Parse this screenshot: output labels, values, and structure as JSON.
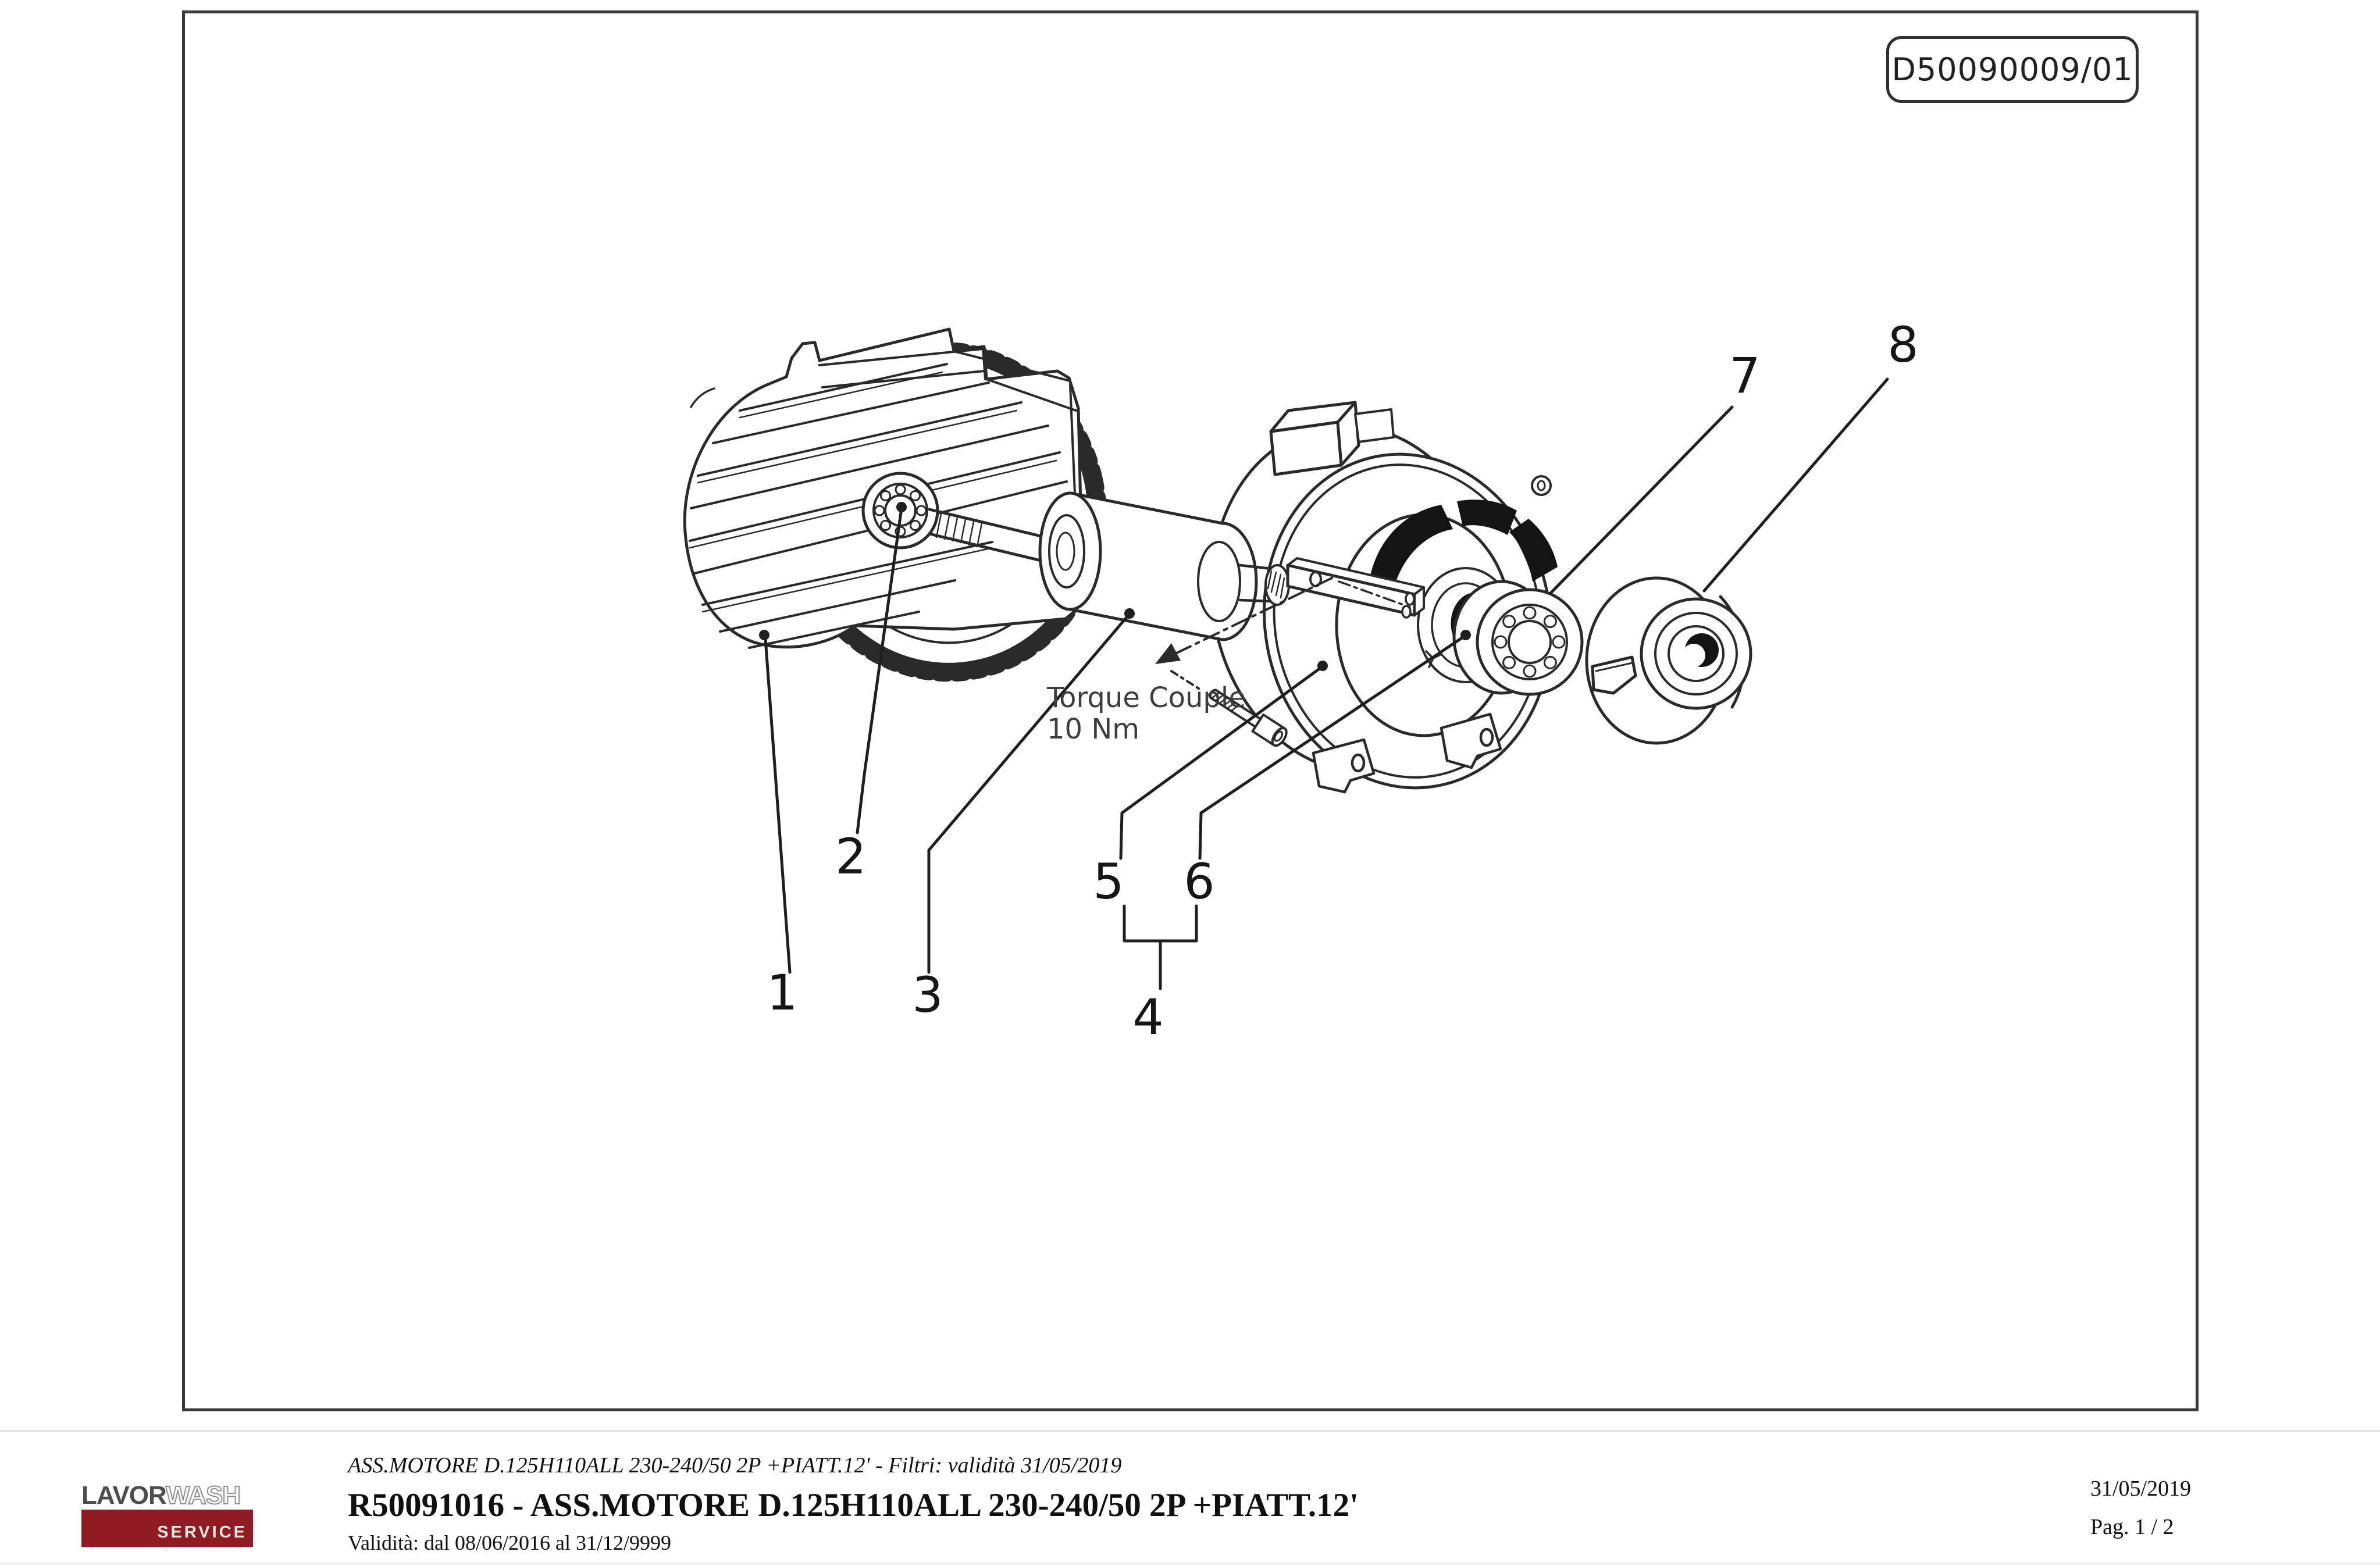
{
  "doc_box": {
    "number": "D50090009/01"
  },
  "diagram": {
    "ink_color": "#2a2a2a",
    "torque_note": {
      "line1": "Torque Couple",
      "line2": "10 Nm"
    },
    "callouts": {
      "c1": "1",
      "c2": "2",
      "c3": "3",
      "c4": "4",
      "c5": "5",
      "c6": "6",
      "c7": "7",
      "c8": "8"
    }
  },
  "footer": {
    "logo": {
      "brand_primary": "LAVOR",
      "brand_secondary": "WASH",
      "tagline": "SERVICE",
      "red": "#8e1c22"
    },
    "subtitle_italic": "ASS.MOTORE D.125H110ALL 230-240/50 2P +PIATT.12' - Filtri: validità 31/05/2019",
    "title_bold": "R50091016 - ASS.MOTORE D.125H110ALL 230-240/50 2P +PIATT.12'",
    "validity": "Validità: dal 08/06/2016 al 31/12/9999",
    "date": "31/05/2019",
    "page": "Pag. 1 / 2"
  }
}
